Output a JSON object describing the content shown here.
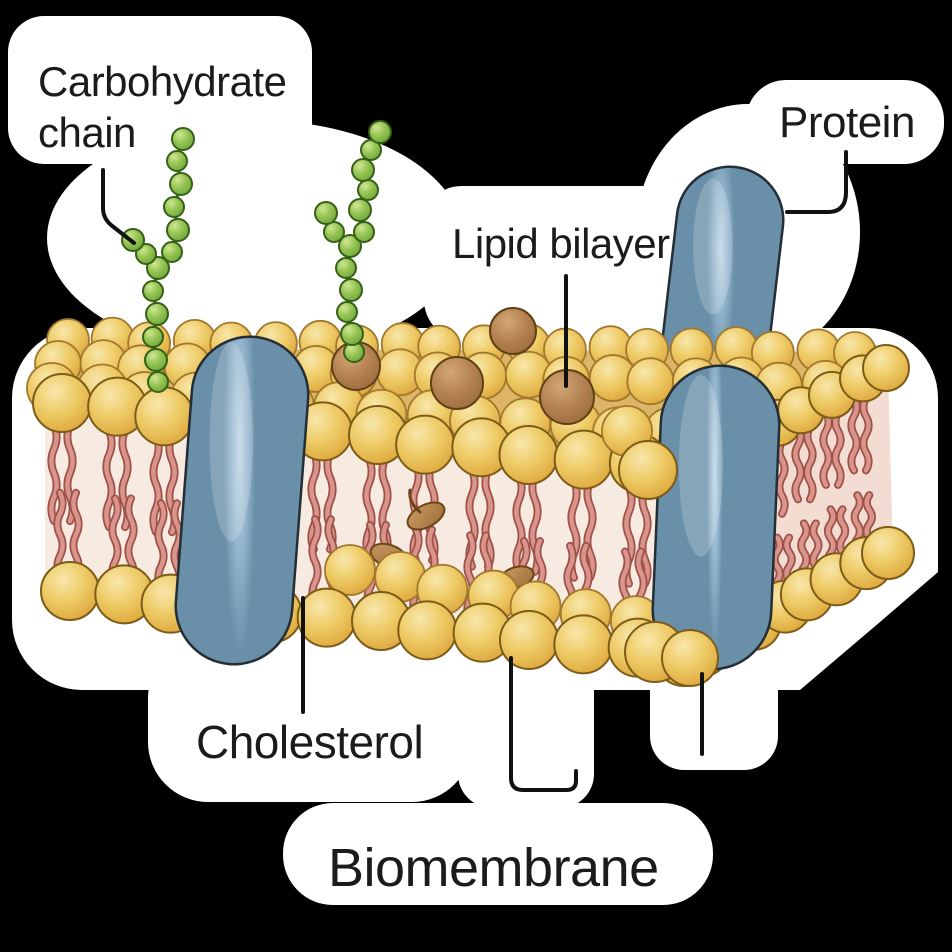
{
  "title": "Biomembrane",
  "labels": {
    "carbohydrate_chain": "Carbohydrate\nchain",
    "protein": "Protein",
    "lipid_bilayer": "Lipid bilayer",
    "cholesterol": "Cholesterol",
    "biomembrane": "Biomembrane"
  },
  "legend_parts": [
    {
      "name": "carbohydrate-chain",
      "color": "#8fc04a"
    },
    {
      "name": "membrane-protein",
      "color": "#92b5cf"
    },
    {
      "name": "phospholipid-head",
      "color": "#e9c45c"
    },
    {
      "name": "fatty-acid-tail",
      "color": "#d9958b"
    },
    {
      "name": "cholesterol",
      "color": "#b5834e"
    },
    {
      "name": "glycolipid-head",
      "color": "#a97c52"
    }
  ],
  "colors": {
    "background": "#000000",
    "panel": "#ffffff",
    "text": "#1b1b1b",
    "leader_line": "#111111",
    "head_outline": "#7c5c18",
    "head_outline_soft": "#a1782e",
    "tail_fill": "#d9958b",
    "tail_outline": "#9e5148",
    "face_front": "#f7eae1",
    "face_side": "#f3ddd3",
    "face_top_base": "#dcb666",
    "protein_outline": "#232e36",
    "bead_stem": "#3f7220",
    "bead_outline": "#356018",
    "cholesterol_outline": "#6b4419",
    "brown_outline": "#5f3f16"
  }
}
